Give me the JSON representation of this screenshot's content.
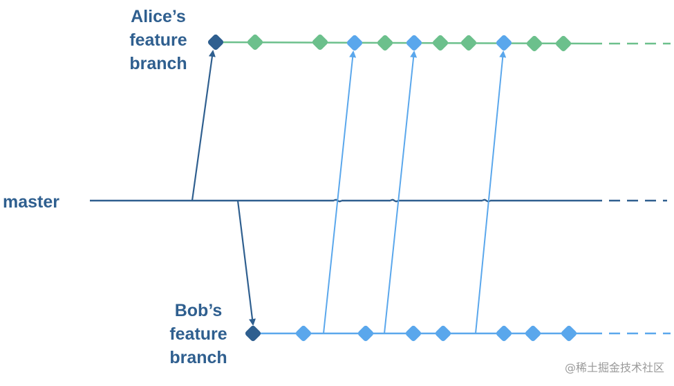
{
  "labels": {
    "alice": [
      "Alice’s",
      "feature",
      "branch"
    ],
    "master": "master",
    "bob": [
      "Bob’s",
      "feature",
      "branch"
    ]
  },
  "watermark": "@稀土掘金技术社区",
  "colors": {
    "master": "#2f5f8f",
    "alice_branch": "#6cc08c",
    "bob_branch": "#5aa7ec",
    "branch_start": "#2f5f8f"
  }
}
